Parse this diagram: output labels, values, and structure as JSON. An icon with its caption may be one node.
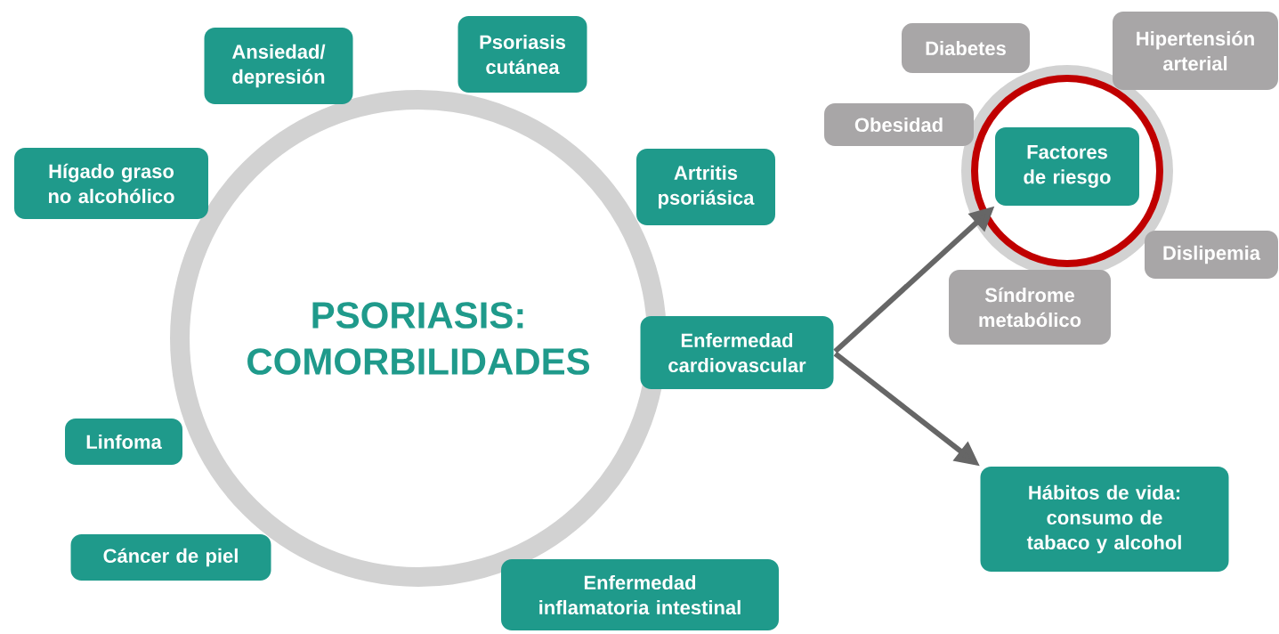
{
  "diagram": {
    "nodes": [
      {
        "text": [
          "PSORIASIS: COMORBILIDADES"
        ]
      },
      {
        "text": [
          "Ansiedad/ depresión"
        ]
      },
      {
        "text": [
          "Psoriasis cutánea"
        ]
      },
      {
        "text": [
          "Hígado graso no alcohólico"
        ]
      },
      {
        "text": [
          "Artritis psoriásica"
        ]
      },
      {
        "text": [
          "Enfermedad cardiovascular"
        ]
      },
      {
        "text": [
          "Linfoma"
        ]
      },
      {
        "text": [
          "Cáncer de piel"
        ]
      },
      {
        "text": [
          "Enfermedad inflamatoria intestinal"
        ]
      },
      {
        "text": [
          "Diabetes"
        ]
      },
      {
        "text": [
          "Hipertensión arterial"
        ]
      },
      {
        "text": [
          "Obesidad"
        ]
      },
      {
        "text": [
          "Factores de riesgo"
        ]
      },
      {
        "text": [
          "Dislipemia"
        ]
      },
      {
        "text": [
          "Síndrome metabólico"
        ]
      },
      {
        "text": [
          "Hábitos de vida: consumo de tabaco y alcohol"
        ]
      }
    ],
    "edges": [
      {
        "from": 5,
        "to": 12,
        "arrow": "to"
      },
      {
        "from": 5,
        "to": 15,
        "arrow": "to"
      }
    ]
  }
}
